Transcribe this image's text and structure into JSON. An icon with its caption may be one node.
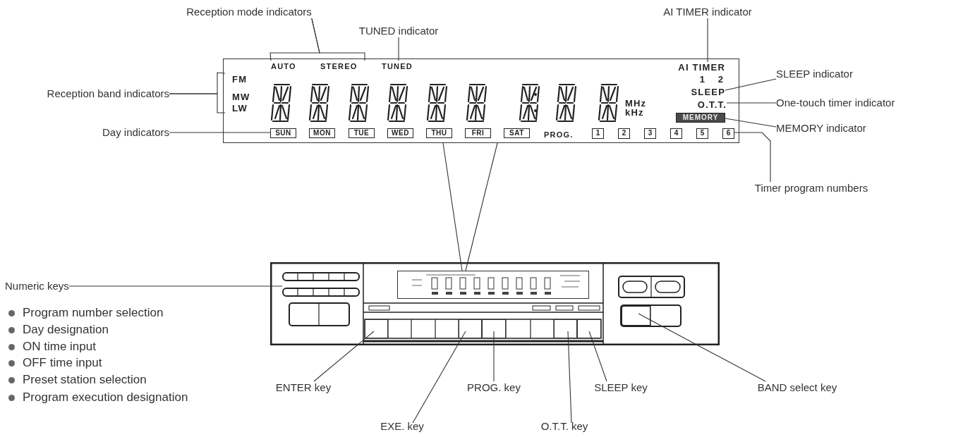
{
  "diagram": {
    "nodes": [
      {
        "text": [],
        "shape": "box"
      },
      {
        "text": [
          "AUTO"
        ],
        "in": 0
      },
      {
        "text": [
          "STEREO"
        ],
        "in": 0
      },
      {
        "text": [
          "TUNED"
        ],
        "in": 0
      },
      {
        "text": [
          "AI TIMER"
        ],
        "in": 0
      },
      {
        "text": [
          "1"
        ],
        "in": 0
      },
      {
        "text": [
          "2"
        ],
        "in": 0
      },
      {
        "text": [
          "FM"
        ],
        "in": 0
      },
      {
        "text": [
          "SLEEP"
        ],
        "in": 0
      },
      {
        "text": [
          "MW"
        ],
        "in": 0
      },
      {
        "text": [
          "LW"
        ],
        "in": 0
      },
      {
        "text": [
          "MHz"
        ],
        "in": 0
      },
      {
        "text": [
          "kHz"
        ],
        "in": 0
      },
      {
        "text": [
          "O.T.T."
        ],
        "in": 0
      },
      {
        "text": [
          "MEMORY"
        ],
        "in": 0
      },
      {
        "text": [
          "SUN"
        ],
        "in": 0
      },
      {
        "text": [
          "MON"
        ],
        "in": 0
      },
      {
        "text": [
          "TUE"
        ],
        "in": 0
      },
      {
        "text": [
          "WED"
        ],
        "in": 0
      },
      {
        "text": [
          "THU"
        ],
        "in": 0
      },
      {
        "text": [
          "FRI"
        ],
        "in": 0
      },
      {
        "text": [
          "SAT"
        ],
        "in": 0
      },
      {
        "text": [
          "PROG."
        ],
        "in": 0
      },
      {
        "text": [
          "1"
        ],
        "in": 0
      },
      {
        "text": [
          "2"
        ],
        "in": 0
      },
      {
        "text": [
          "3"
        ],
        "in": 0
      },
      {
        "text": [
          "4"
        ],
        "in": 0
      },
      {
        "text": [
          "5"
        ],
        "in": 0
      },
      {
        "text": [
          "6"
        ],
        "in": 0
      },
      {
        "text": [
          "Reception mode indicators"
        ]
      },
      {
        "text": [
          "TUNED indicator"
        ]
      },
      {
        "text": [
          "AI TIMER indicator"
        ]
      },
      {
        "text": [
          "Reception band indicators"
        ]
      },
      {
        "text": [
          "SLEEP indicator"
        ]
      },
      {
        "text": [
          "One-touch timer indicator"
        ]
      },
      {
        "text": [
          "Day indicators"
        ]
      },
      {
        "text": [
          "MEMORY indicator"
        ]
      },
      {
        "text": [
          "Timer program numbers"
        ]
      },
      {
        "text": [],
        "shape": "picture"
      },
      {
        "text": [],
        "shape": "box",
        "in": 38
      },
      {
        "text": [],
        "shape": "box",
        "in": 38
      },
      {
        "text": [],
        "shape": "box",
        "in": 38
      },
      {
        "text": [],
        "shape": "box",
        "in": 38
      },
      {
        "text": [],
        "shape": "box",
        "in": 38
      },
      {
        "text": [],
        "shape": "box",
        "in": 38
      },
      {
        "text": [],
        "shape": "box",
        "in": 38
      },
      {
        "text": [],
        "shape": "box",
        "in": 38
      },
      {
        "text": [
          "Numeric keys"
        ]
      },
      {
        "text": [
          "ENTER key"
        ]
      },
      {
        "text": [
          "PROG. key"
        ]
      },
      {
        "text": [
          "SLEEP key"
        ]
      },
      {
        "text": [
          "BAND select key"
        ]
      },
      {
        "text": [
          "EXE. key"
        ]
      },
      {
        "text": [
          "O.T.T. key"
        ]
      }
    ],
    "edges": [
      {
        "from": 29,
        "to": 1,
        "arrow": "none"
      },
      {
        "from": 29,
        "to": 2,
        "arrow": "none"
      },
      {
        "from": 30,
        "to": 3,
        "arrow": "none"
      },
      {
        "from": 31,
        "to": 4,
        "arrow": "none"
      },
      {
        "from": 33,
        "to": 8,
        "arrow": "none"
      },
      {
        "from": 34,
        "to": 13,
        "arrow": "none"
      },
      {
        "from": 36,
        "to": 14,
        "arrow": "none"
      },
      {
        "from": 37,
        "to": 28,
        "arrow": "none"
      },
      {
        "from": 32,
        "to": 7,
        "arrow": "none"
      },
      {
        "from": 32,
        "to": 10,
        "arrow": "none"
      },
      {
        "from": 35,
        "to": 15,
        "arrow": "none"
      },
      {
        "from": 0,
        "to": 39,
        "arrow": "none"
      },
      {
        "from": 0,
        "to": 39,
        "arrow": "none"
      },
      {
        "from": 47,
        "to": 40,
        "arrow": "none"
      },
      {
        "from": 48,
        "to": 41,
        "arrow": "none"
      },
      {
        "from": 52,
        "to": 42,
        "arrow": "none"
      },
      {
        "from": 49,
        "to": 43,
        "arrow": "none"
      },
      {
        "from": 53,
        "to": 44,
        "arrow": "none"
      },
      {
        "from": 50,
        "to": 45,
        "arrow": "none"
      },
      {
        "from": 51,
        "to": 46,
        "arrow": "none"
      }
    ],
    "labels": [
      "Program number selection",
      "Day designation",
      "ON time input",
      "OFF time input",
      "Preset station selection",
      "Program execution designation"
    ]
  }
}
